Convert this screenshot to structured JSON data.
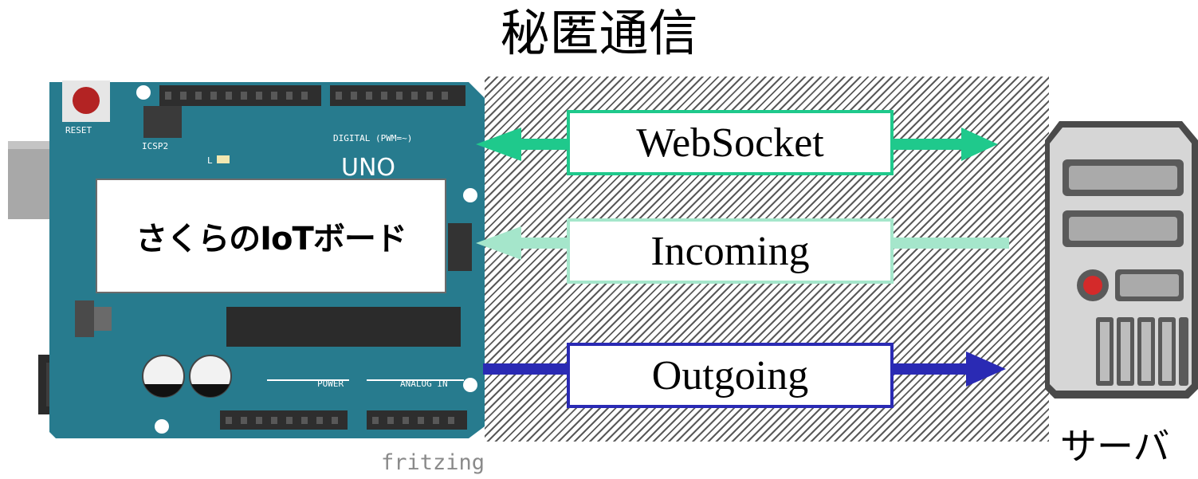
{
  "diagram": {
    "title": "秘匿通信",
    "board_label": "さくらのIoTボード",
    "server_label": "サーバ",
    "watermark": "fritzing",
    "board_silkscreen": {
      "reset": "RESET",
      "icsp": "ICSP2",
      "digital": "DIGITAL (PWM=~)",
      "power": "POWER",
      "analog": "ANALOG IN",
      "uno": "UNO",
      "led": "L"
    },
    "channels": [
      {
        "label": "WebSocket",
        "direction": "bidirectional",
        "color": "#1fc98c"
      },
      {
        "label": "Incoming",
        "direction": "server-to-board",
        "color": "#a5e6cb"
      },
      {
        "label": "Outgoing",
        "direction": "board-to-server",
        "color": "#2a2ab4"
      }
    ]
  }
}
